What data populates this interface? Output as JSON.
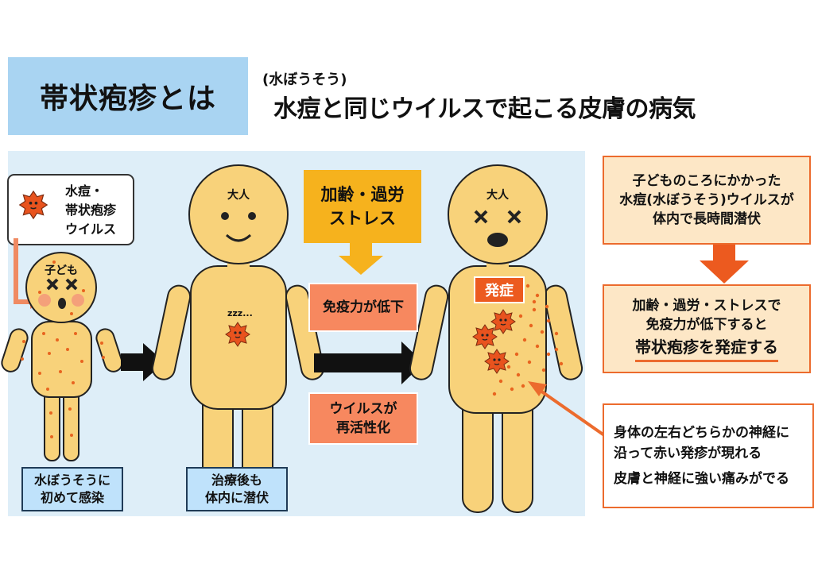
{
  "header": {
    "title": "帯状疱疹とは",
    "ruby": "(水ぼうそう)",
    "subtitle": "水痘と同じウイルスで起こる皮膚の病気"
  },
  "virus_callout": {
    "line1": "水痘・",
    "line2": "帯状疱疹",
    "line3": "ウイルス"
  },
  "figures": {
    "child": {
      "tag": "子ども"
    },
    "adult_latent": {
      "tag": "大人",
      "sleep": "zzz..."
    },
    "adult_onset": {
      "tag": "大人",
      "onset_badge": "発症"
    }
  },
  "trigger": {
    "line1": "加齢・過労",
    "line2": "ストレス"
  },
  "steps": {
    "immunity_drop": "免疫力が低下",
    "reactivation_line1": "ウイルスが",
    "reactivation_line2": "再活性化"
  },
  "captions": {
    "first_infection_line1": "水ぼうそうに",
    "first_infection_line2": "初めて感染",
    "latent_line1": "治療後も",
    "latent_line2": "体内に潜伏"
  },
  "flow": {
    "box1_line1": "子どものころにかかった",
    "box1_line2": "水痘(水ぼうそう)ウイルスが",
    "box1_line3": "体内で長時間潜伏",
    "box2_line1": "加齢・過労・ストレスで",
    "box2_line2": "免疫力が低下すると",
    "box2_line3": "帯状疱疹を発症する"
  },
  "note": {
    "line1": "身体の左右どちらかの神経に",
    "line2": "沿って赤い発疹が現れる",
    "line3": "皮膚と神経に強い痛みがでる"
  },
  "colors": {
    "title_bg": "#a9d4f2",
    "panel_bg": "#deeef8",
    "skin": "#f8d27a",
    "rash": "#e8641f",
    "virus": "#e8531e",
    "accent_orange": "#ec6b2d",
    "trigger_bg": "#f6b21d",
    "step_bg": "#f7885f",
    "flow_bg": "#fde7c6",
    "caption_bg": "#bfe2fb"
  }
}
